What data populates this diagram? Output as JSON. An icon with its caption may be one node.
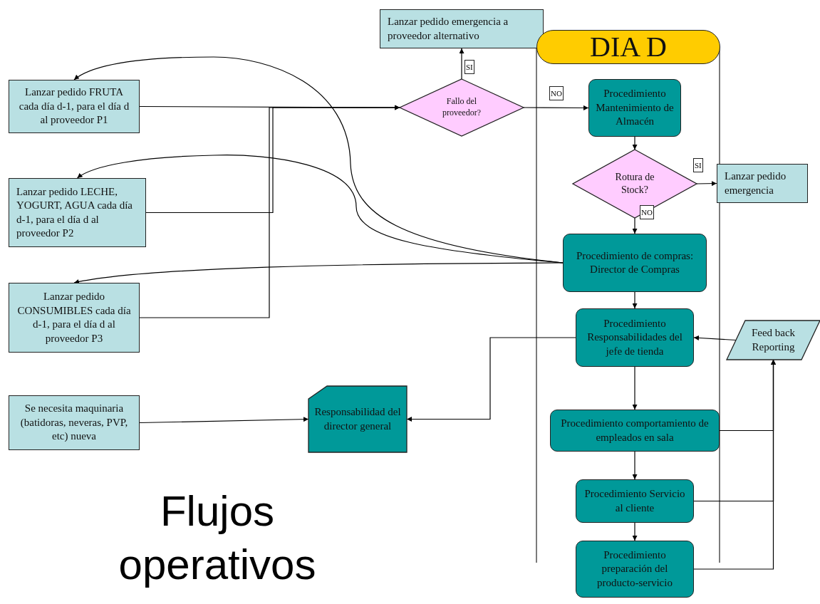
{
  "diagram": {
    "title": "Flujos operativos",
    "nodes": [
      {
        "text": [
          "Lanzar pedido emergencia a proveedor alternativo"
        ]
      },
      {
        "text": [
          "DIA D"
        ]
      },
      {
        "text": [
          "Lanzar pedido FRUTA cada día d-1, para el día d al proveedor P1"
        ]
      },
      {
        "text": [
          "Fallo del proveedor?"
        ]
      },
      {
        "text": [
          "Procedimiento Mantenimiento de Almacén"
        ]
      },
      {
        "text": [
          "Lanzar pedido LECHE, YOGURT, AGUA cada día d-1, para el día d al proveedor P2"
        ]
      },
      {
        "text": [
          "Rotura de Stock?"
        ]
      },
      {
        "text": [
          "Lanzar pedido emergencia"
        ]
      },
      {
        "text": [
          "Procedimiento de compras: Director de Compras"
        ]
      },
      {
        "text": [
          "Lanzar pedido CONSUMIBLES cada día d-1, para el día d al proveedor P3"
        ]
      },
      {
        "text": [
          "Procedimiento Responsabilidades del jefe de tienda"
        ]
      },
      {
        "text": [
          "Feed back Reporting"
        ]
      },
      {
        "text": [
          "Se necesita maquinaria (batidoras, neveras, PVP, etc) nueva"
        ]
      },
      {
        "text": [
          "Responsabilidad del director general"
        ]
      },
      {
        "text": [
          "Procedimiento comportamiento de empleados en sala"
        ]
      },
      {
        "text": [
          "Procedimiento Servicio al cliente"
        ]
      },
      {
        "text": [
          "Procedimiento preparación del producto-servicio"
        ]
      }
    ],
    "edges": [
      {
        "from": 2,
        "to": 3,
        "arrow": "to"
      },
      {
        "from": 5,
        "to": 3,
        "arrow": "to"
      },
      {
        "from": 9,
        "to": 3,
        "arrow": "to"
      },
      {
        "from": 3,
        "to": 0,
        "arrow": "to",
        "label": "SI"
      },
      {
        "from": 3,
        "to": 4,
        "arrow": "to",
        "label": "NO"
      },
      {
        "from": 4,
        "to": 6,
        "arrow": "to"
      },
      {
        "from": 6,
        "to": 7,
        "arrow": "to",
        "label": "SI"
      },
      {
        "from": 6,
        "to": 8,
        "arrow": "to",
        "label": "NO"
      },
      {
        "from": 8,
        "to": 2,
        "arrow": "to"
      },
      {
        "from": 8,
        "to": 5,
        "arrow": "to"
      },
      {
        "from": 8,
        "to": 9,
        "arrow": "to"
      },
      {
        "from": 8,
        "to": 10,
        "arrow": "to"
      },
      {
        "from": 11,
        "to": 10,
        "arrow": "to"
      },
      {
        "from": 10,
        "to": 13,
        "arrow": "to"
      },
      {
        "from": 12,
        "to": 13,
        "arrow": "to"
      },
      {
        "from": 10,
        "to": 14,
        "arrow": "to"
      },
      {
        "from": 14,
        "to": 15,
        "arrow": "to"
      },
      {
        "from": 15,
        "to": 16,
        "arrow": "to"
      },
      {
        "from": 14,
        "to": 11,
        "arrow": "to"
      },
      {
        "from": 15,
        "to": 11,
        "arrow": "to"
      },
      {
        "from": 16,
        "to": 11,
        "arrow": "to"
      }
    ]
  }
}
